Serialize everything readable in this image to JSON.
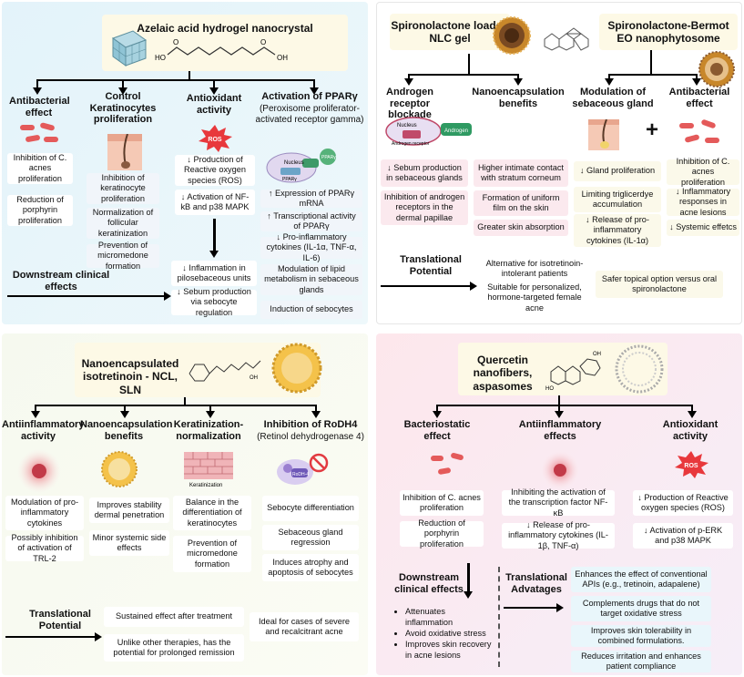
{
  "panel1": {
    "title": "Azelaic acid hydrogel nanocrystal",
    "headings": [
      "Antibacterial effect",
      "Control Keratinocytes proliferation",
      "Antioxidant activity",
      "Activation of PPARγ"
    ],
    "ppar_sub": "(Peroxisome proliferator-activated receptor gamma)",
    "antibacterial": [
      "Inhibition of C. acnes proliferation",
      "Reduction of porphyrin proliferation"
    ],
    "keratinocytes": [
      "Inhibition of keratinocyte proliferation",
      "Normalization of follicular keratinization",
      "Prevention of micromedone formation"
    ],
    "antioxidant": [
      "Production of Reactive oxygen species (ROS)",
      "Activation of NF-kB and p38 MAPK"
    ],
    "ppar": [
      "Expression of PPARγ mRNA",
      "Transcriptional activity of PPARγ",
      "Pro-inflammatory cytokines (IL-1α, TNF-α, IL-6)",
      "Modulation of lipid metabolism in sebaceous glands",
      "Induction of sebocytes"
    ],
    "downstream_label": "Downstream clinical effects",
    "downstream": [
      "Inflammation in pilosebaceous units",
      "Sebum production via sebocyte regulation"
    ],
    "ros": "ROS",
    "ppar_labels": [
      "Nucleus",
      "PPARγ",
      "PPARγ"
    ]
  },
  "panel2": {
    "title_left": "Spironolactone loaded NLC gel",
    "title_right": "Spironolactone-Bermot EO nanophytosome",
    "headings": [
      "Androgen receptor blockade",
      "Nanoencapsulation benefits",
      "Modulation of sebaceous gland",
      "Antibacterial effect"
    ],
    "nucleus_labels": [
      "Nucleus",
      "Androgen receptor",
      "Androgen"
    ],
    "androgen": [
      "Sebum production in sebaceous glands",
      "Inhibition of androgen receptors in the dermal papillae"
    ],
    "nano": [
      "Higher intimate contact with stratum corneum",
      "Formation of uniform film on the skin",
      "Greater skin absorption"
    ],
    "sebaceous": [
      "Gland proliferation",
      "Limiting triglicerdye accumulation",
      "Release of pro-inflammatory cytokines (IL-1α)"
    ],
    "antibacterial": [
      "Inhibition of C. acnes proliferation",
      "Inflammatory responses in acne lesions",
      "Systemic effetcs"
    ],
    "tp_label": "Translational Potential",
    "tp": [
      "Alternative for isotretinoin-intolerant patients",
      "Suitable for personalized, hormone-targeted female acne",
      "Safer topical option versus oral spironolactone"
    ],
    "plus": "+"
  },
  "panel3": {
    "title": "Nanoencapsulated isotretinoin - NCL, SLN",
    "headings": [
      "Antiinflammatory activity",
      "Nanoencapsulation benefits",
      "Keratinization-normalization",
      "Inhibition of RoDH4"
    ],
    "rodh_sub": "(Retinol dehydrogenase 4)",
    "kerat_label": "Keratinization",
    "rodh_label": "RoDH-4",
    "antiinfl": [
      "Modulation of pro-inflammatory cytokines",
      "Possibly inhibition of activation of TRL-2"
    ],
    "nano": [
      "Improves stability dermal penetration",
      "Minor systemic side effects"
    ],
    "kerat": [
      "Balance in the differentiation of keratinocytes",
      "Prevention of micromedone formation"
    ],
    "rodh": [
      "Sebocyte differentiation",
      "Sebaceous gland regression",
      "Induces atrophy and apoptosis of sebocytes"
    ],
    "tp_label": "Translational Potential",
    "tp": [
      "Sustained effect after treatment",
      "Unlike other therapies, has the potential for prolonged remission",
      "Ideal for cases of severe and recalcitrant acne"
    ]
  },
  "panel4": {
    "title": "Quercetin nanofibers, aspasomes",
    "headings": [
      "Bacteriostatic effect",
      "Antiinflammatory effects",
      "Antioxidant activity"
    ],
    "bacterio": [
      "Inhibition of C. acnes proliferation",
      "Reduction of porphyrin proliferation"
    ],
    "antiinfl": [
      "Inhibiting the activation of the transcription factor NF-κB",
      "Release of pro-inflammatory cytokines (IL-1β, TNF-α)"
    ],
    "antiox": [
      "Production of Reactive oxygen species (ROS)",
      "Activation of p-ERK and p38 MAPK"
    ],
    "downstream_label": "Downstream clinical effects",
    "downstream": [
      "Attenuates inflammation",
      "Avoid oxidative stress",
      "Improves skin recovery in acne lesions"
    ],
    "tp_label": "Translational Advatages",
    "tp": [
      "Enhances the effect of conventional APIs (e.g., tretinoin, adapalene)",
      "Complements drugs that do not target oxidative stress",
      "Improves skin tolerability in combined formulations.",
      "Reduces irritation and enhances patient compliance"
    ],
    "ros": "ROS"
  },
  "colors": {
    "bacteria": "#e45a5a",
    "ros": "#e8383c",
    "sphere": "#c8872a"
  }
}
